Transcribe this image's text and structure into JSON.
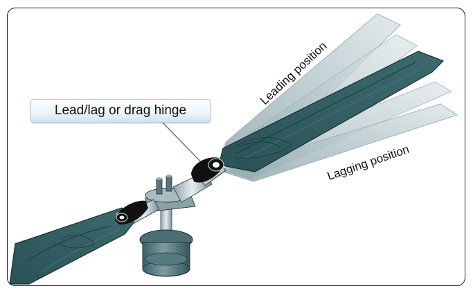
{
  "labels": {
    "hinge": "Lead/lag or drag hinge",
    "leading": "Leading position",
    "lagging": "Lagging position"
  },
  "colors": {
    "blade": "#2f5a5e",
    "blade_ghost": "#b9c9cd",
    "hub": "#5e7c82",
    "hinge_black": "#111111"
  }
}
